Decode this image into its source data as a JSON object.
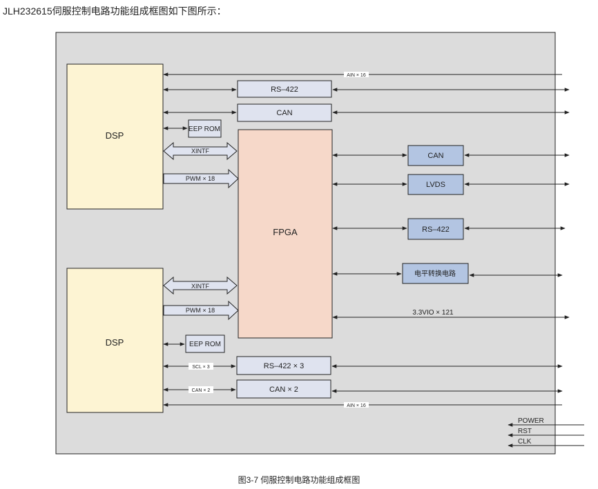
{
  "heading": "JLH232615伺服控制电路功能组成框图如下图所示：",
  "caption": "图3-7 伺服控制电路功能组成框图",
  "colors": {
    "panel_bg": "#dcdcdc",
    "dsp_fill": "#fdf4d3",
    "fpga_fill": "#f6d8c9",
    "box_light_fill": "#dfe3ef",
    "box_blue_fill": "#b3c5e2",
    "line": "#222222"
  },
  "blocks": {
    "dsp_top": "DSP",
    "dsp_bottom": "DSP",
    "fpga": "FPGA",
    "rs422_top": "RS–422",
    "can_top": "CAN",
    "eep_top": "EEP ROM",
    "eep_bottom": "EEP ROM",
    "can_right": "CAN",
    "lvds_right": "LVDS",
    "rs422_right": "RS–422",
    "level_conv": "电平转换电路",
    "rs422x3": "RS–422 × 3",
    "canx2": "CAN × 2"
  },
  "signals": {
    "ain_top": "AIN × 16",
    "ain_bottom": "AIN × 16",
    "xintf_top": "XINTF",
    "xintf_bottom": "XINTF",
    "pwm_top": "PWM × 18",
    "pwm_bottom": "PWM × 18",
    "io": "3.3VIO × 121",
    "scl": "SCL × 3",
    "can_small": "CAN × 2",
    "power": "POWER",
    "rst": "RST",
    "clk": "CLK"
  }
}
